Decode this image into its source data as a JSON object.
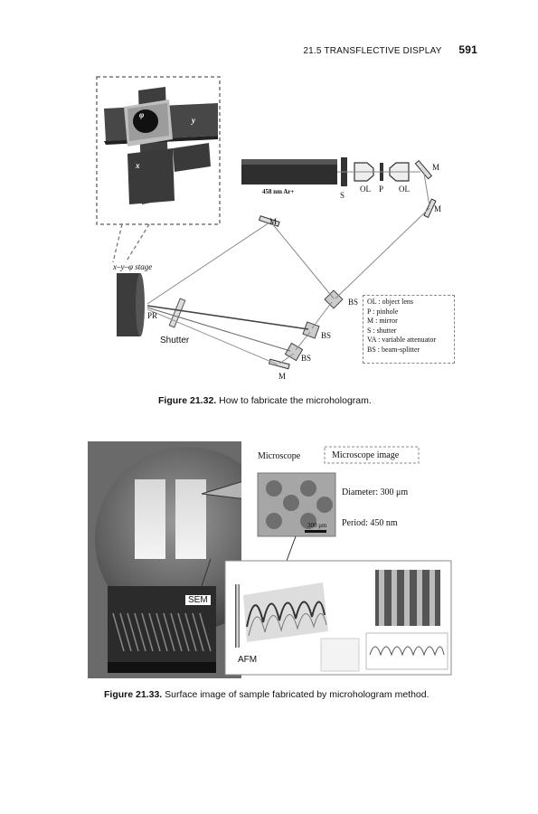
{
  "header": {
    "section": "21.5  TRANSFLECTIVE DISPLAY",
    "page_number": "591"
  },
  "figure1": {
    "caption_label": "Figure 21.32.",
    "caption_text": "How to fabricate the microhologram.",
    "labels": {
      "laser": "458 nm Ar+",
      "S": "S",
      "OL1": "OL",
      "P": "P",
      "OL2": "OL",
      "M_top_right": "M",
      "M_right": "M",
      "M_top": "M",
      "stage": "x–y–φ stage",
      "PR": "PR",
      "shutter": "Shutter",
      "BS1": "BS",
      "BS2": "BS",
      "BS3": "BS",
      "M_bottom": "M",
      "phi": "φ",
      "y": "y",
      "x": "x"
    },
    "legend": [
      "OL : object lens",
      "P : pinhole",
      "M : mirror",
      "S : shutter",
      "VA : variable attenuator",
      "BS : beam-splitter"
    ]
  },
  "figure2": {
    "caption_label": "Figure 21.33.",
    "caption_text": "Surface image of sample fabricated by microhologram method.",
    "labels": {
      "microscope": "Microscope",
      "microscope_image": "Microscope image",
      "diameter": "Diameter: 300 μm",
      "period": "Period: 450 nm",
      "scale": "300 μm",
      "sem": "SEM",
      "afm": "AFM"
    }
  },
  "colors": {
    "dark_gray": "#3a3a3a",
    "mid_gray": "#8a8a8a",
    "light_gray": "#d6d6d6"
  }
}
